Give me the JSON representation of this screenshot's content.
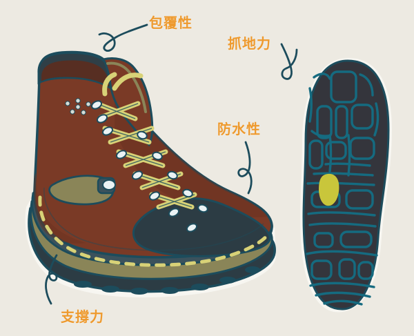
{
  "illustration": {
    "title": "hiking-boot-features",
    "background_color": "#EDEAE2",
    "palette": {
      "label_text": "#EE9A2E",
      "ink_teal": "#1C4C5C",
      "leather_brown": "#7A3A26",
      "leather_brown_dark": "#5E2C1C",
      "rubber_dark": "#2C3C44",
      "midsole_olive": "#8A8558",
      "lace_yellow": "#D8D277",
      "sole_teal": "#156B80",
      "sole_body": "#34353C",
      "accent_yellow": "#C9C63B",
      "eyelet_white": "#EAF2F4"
    }
  },
  "labels": [
    {
      "id": "fit",
      "text": "包覆性",
      "icon": "squiggle-loop-connector"
    },
    {
      "id": "grip",
      "text": "抓地力",
      "icon": "squiggle-loop-connector"
    },
    {
      "id": "water",
      "text": "防水性",
      "icon": "squiggle-loop-connector"
    },
    {
      "id": "support",
      "text": "支撐力",
      "icon": "squiggle-loop-connector"
    }
  ],
  "objects": {
    "boot": "hiking-boot-side-view",
    "outsole": "boot-outsole-bottom-view"
  }
}
